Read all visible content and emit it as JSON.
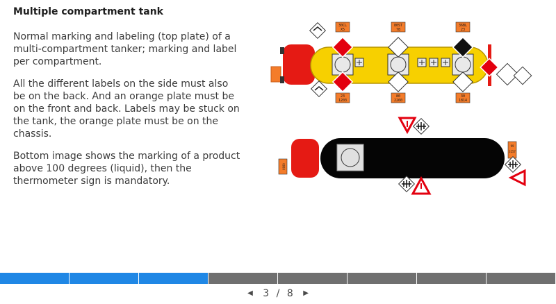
{
  "slide": {
    "title": "Multiple compartment tank",
    "paragraphs": [
      "Normal marking and labeling (top plate) of a multi-compartment tanker; marking and label per compartment.",
      "All the different labels on the side must also be on the back. And an orange plate must be on the front and back. Labels may be stuck on the tank, the orange plate must be on the chassis.",
      "Bottom image shows the marking of a product above 100 degrees (liquid), then the thermometer sign is mandatory."
    ]
  },
  "illustration": {
    "top_plates": [
      {
        "hazard": "30CL",
        "un": "X5"
      },
      {
        "hazard": "80ST",
        "un": "78"
      },
      {
        "hazard": "36BL",
        "un": "23"
      }
    ],
    "bottom_plates": [
      {
        "hazard": "23",
        "un": "1203"
      },
      {
        "hazard": "80",
        "un": "2260"
      },
      {
        "hazard": "30",
        "un": "1814"
      }
    ],
    "rear_plate": {
      "hazard": "99",
      "un": "3257"
    },
    "front_plate": "0000",
    "colors": {
      "cab": "#e51a14",
      "tank_yellow": "#f7d000",
      "tank_black": "#050505",
      "orange_plate": "#f47c2a",
      "label_red": "#e3000f"
    }
  },
  "progress": {
    "total_segments": 8,
    "completed_segments": 3
  },
  "pager": {
    "prev_icon": "◀",
    "current": "3",
    "separator": "/",
    "total": "8",
    "next_icon": "▶"
  }
}
